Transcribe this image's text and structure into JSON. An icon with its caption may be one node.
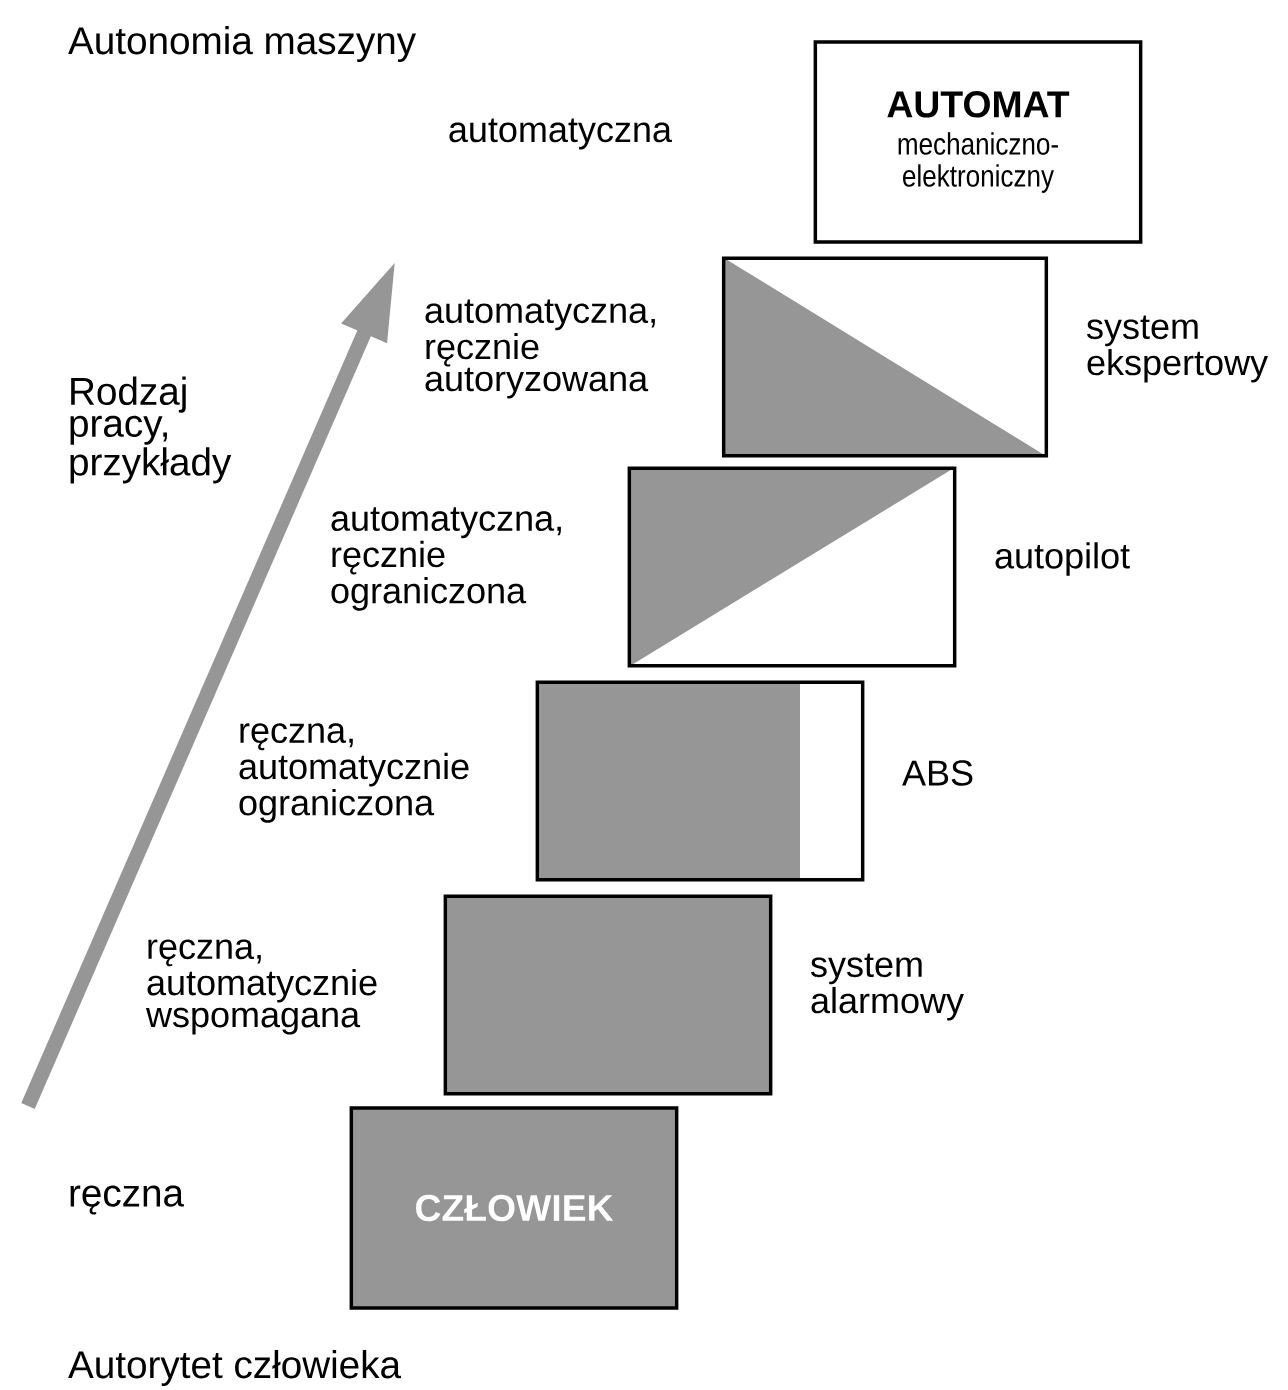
{
  "diagram": {
    "nodes": [
      {
        "text": [
          "AUTOMAT",
          "mechaniczno-elektroniczny"
        ],
        "beside": [
          "automatyczna"
        ]
      },
      {
        "text": [],
        "shape": "box",
        "beside": [
          "automatyczna, ręcznie autoryzowana",
          "system ekspertowy"
        ]
      },
      {
        "text": [],
        "shape": "box",
        "beside": [
          "automatyczna, ręcznie ograniczona",
          "autopilot"
        ]
      },
      {
        "text": [],
        "shape": "box",
        "beside": [
          "ręczna, automatycznie ograniczona",
          "ABS"
        ]
      },
      {
        "text": [],
        "shape": "box",
        "beside": [
          "ręczna, automatycznie wspomagana",
          "system alarmowy"
        ]
      },
      {
        "text": [
          "CZŁOWIEK"
        ]
      }
    ],
    "labels": [
      "Autonomia maszyny",
      "Rodzaj pracy, przykłady",
      "ręczna",
      "Autorytet człowieka"
    ]
  }
}
